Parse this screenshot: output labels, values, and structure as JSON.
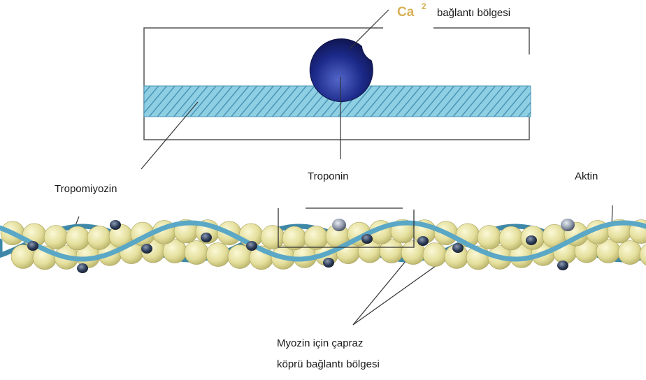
{
  "labels": {
    "calcium_symbol": "Ca",
    "calcium_charge": "2",
    "calcium_site": "bağlantı bölgesi",
    "troponin": "Troponin",
    "tropomyosin": "Tropomiyozin",
    "actin": "Aktin",
    "myosin_site_line1": "Myozin için çapraz",
    "myosin_site_line2": "köprü bağlantı bölgesi"
  },
  "colors": {
    "actin_bead": "#e4df9c",
    "tropomyosin_strand": "#5aa7c6",
    "troponin": "#1c1f6b",
    "binding_site_dot": "#2c3b57",
    "calcium_text": "#d8b056",
    "leader_line": "#333333"
  }
}
